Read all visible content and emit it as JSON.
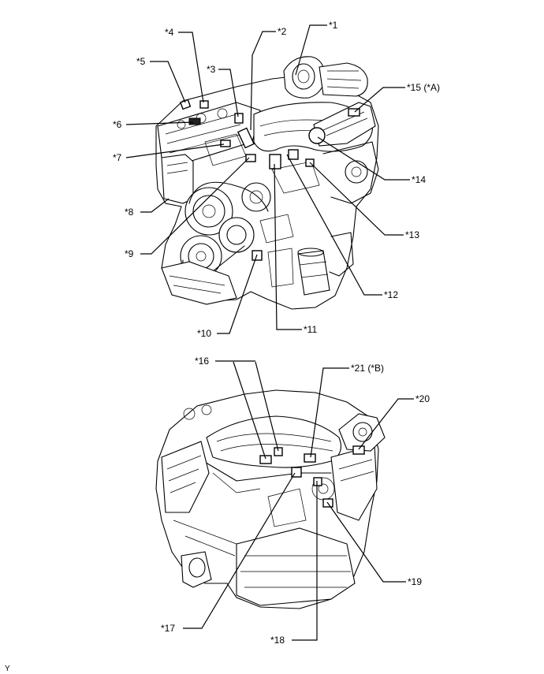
{
  "callouts": {
    "c1": "*1",
    "c2": "*2",
    "c3": "*3",
    "c4": "*4",
    "c5": "*5",
    "c6": "*6",
    "c7": "*7",
    "c8": "*8",
    "c9": "*9",
    "c10": "*10",
    "c11": "*11",
    "c12": "*12",
    "c13": "*13",
    "c14": "*14",
    "c15": "*15 (*A)",
    "c16": "*16",
    "c17": "*17",
    "c18": "*18",
    "c19": "*19",
    "c20": "*20",
    "c21": "*21 (*B)"
  },
  "corner_mark": "Y"
}
